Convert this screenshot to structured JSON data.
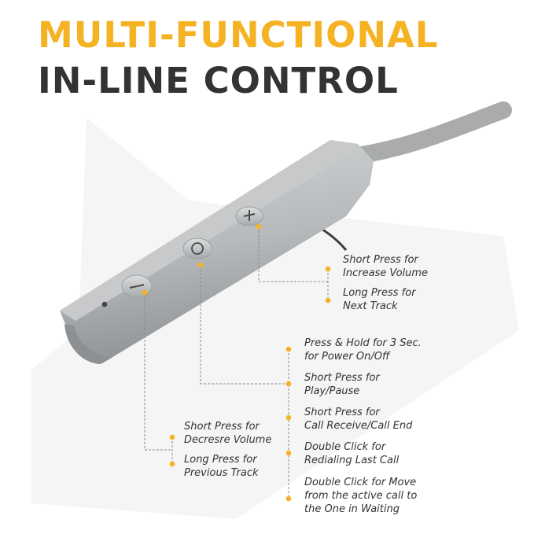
{
  "title": {
    "line1": "MULTI-FUNCTIONAL",
    "line2": "IN-LINE CONTROL"
  },
  "colors": {
    "accent": "#F5B324",
    "title_dark": "#333333",
    "body_text": "#333333",
    "device_silver": "#B5B8BA",
    "leader_line": "#8A8A8A"
  },
  "device": {
    "buttons": [
      {
        "name": "volume-down-button",
        "symbol": "−"
      },
      {
        "name": "multi-function-button",
        "symbol": "○"
      },
      {
        "name": "volume-up-button",
        "symbol": "+"
      }
    ]
  },
  "annotations": {
    "plus": [
      {
        "line1": "Short Press for",
        "line2": "Increase Volume"
      },
      {
        "line1": "Long Press for",
        "line2": "Next Track"
      }
    ],
    "center": [
      {
        "line1": "Press & Hold for 3 Sec.",
        "line2": "for Power On/Off"
      },
      {
        "line1": "Short Press for",
        "line2": "Play/Pause"
      },
      {
        "line1": "Short Press for",
        "line2": "Call Receive/Call End"
      },
      {
        "line1": "Double Click for",
        "line2": "Redialing Last Call"
      },
      {
        "line1": "Double Click for Move",
        "line2": "from the active call to",
        "line3": "the One in Waiting"
      }
    ],
    "minus": [
      {
        "line1": "Short Press for",
        "line2": "Decresre Volume"
      },
      {
        "line1": "Long Press for",
        "line2": "Previous Track"
      }
    ]
  }
}
